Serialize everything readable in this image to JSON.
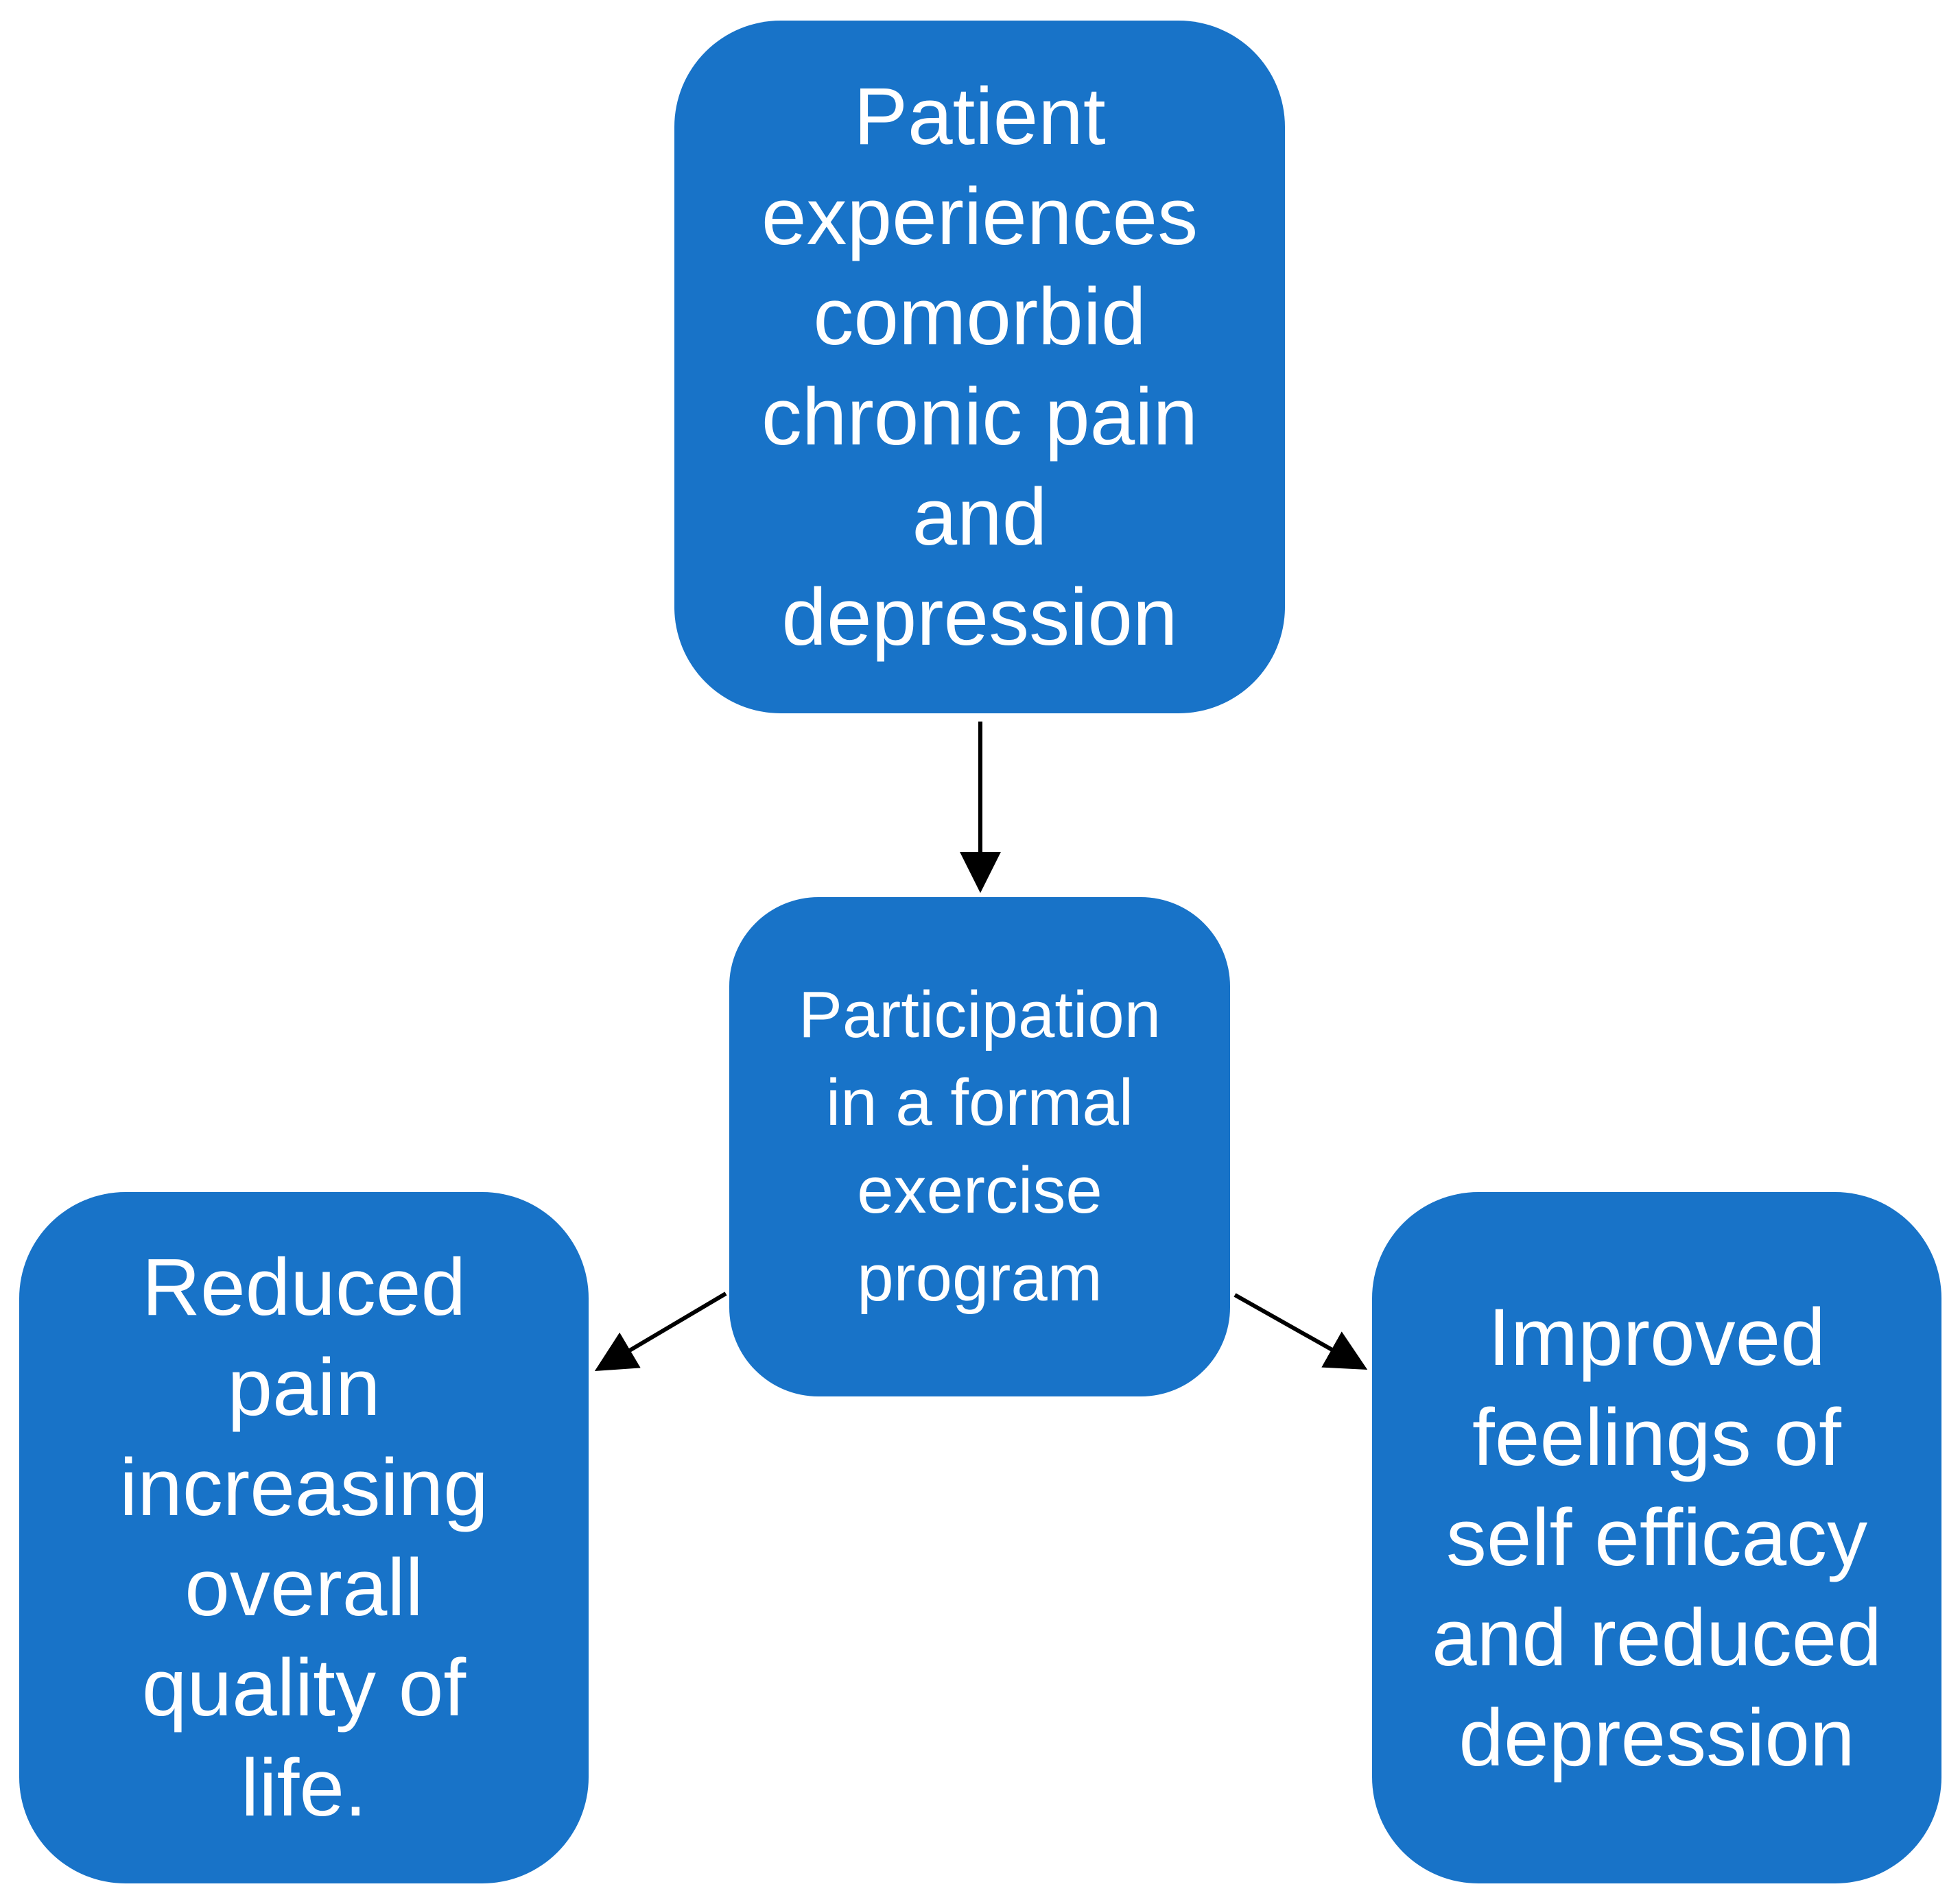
{
  "diagram": {
    "nodes": {
      "top": "Patient\nexperiences\ncomorbid\nchronic pain\nand\ndepression",
      "middle": "Participation\nin a formal\nexercise\nprogram",
      "left": "Reduced\npain\nincreasing\noverall\nquality of\nlife.",
      "right": "Improved\nfeelings of\nself efficacy\nand reduced\ndepression"
    },
    "edges": [
      {
        "from": "top",
        "to": "middle"
      },
      {
        "from": "middle",
        "to": "left"
      },
      {
        "from": "middle",
        "to": "right"
      }
    ]
  },
  "colors": {
    "node_fill": "#1873C8",
    "node_text": "#ffffff",
    "arrow": "#000000"
  }
}
